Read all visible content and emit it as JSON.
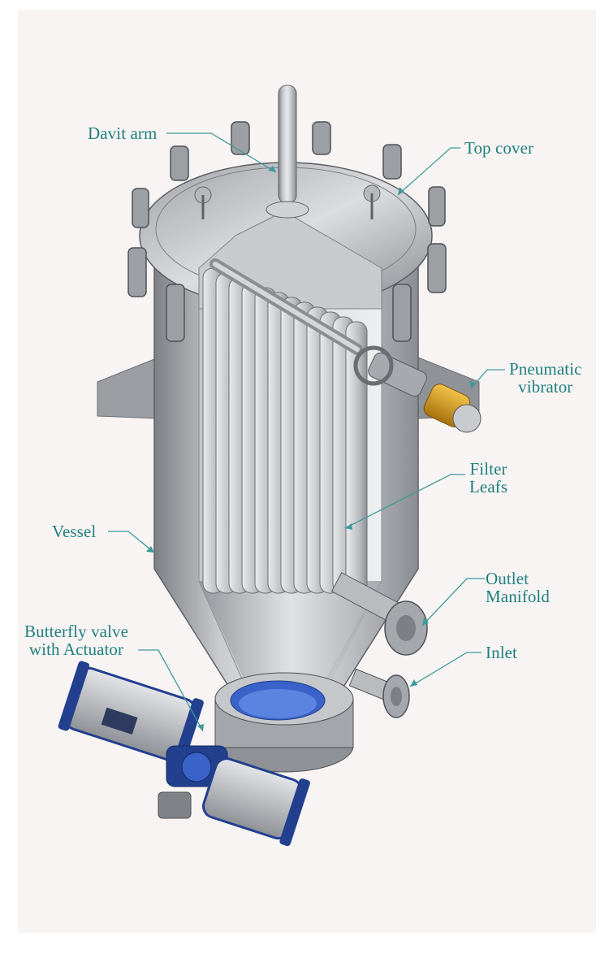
{
  "labels": {
    "davit_arm": "Davit arm",
    "top_cover": "Top cover",
    "pneumatic_vibrator": "Pneumatic\nvibrator",
    "filter_leafs": "Filter\nLeafs",
    "vessel": "Vessel",
    "outlet_manifold": "Outlet\nManifold",
    "inlet": "Inlet",
    "butterfly_valve": "Butterfly valve\nwith Actuator"
  },
  "colors": {
    "background": "#f7f4f3",
    "label_text": "#1f7f7f",
    "leader_line": "#3f9a9a",
    "steel_light": "#d9dadc",
    "steel_mid": "#a9abaf",
    "steel_dark": "#6e7075",
    "actuator_blue": "#23408f",
    "vibrator_gold": "#d49a1a",
    "flange_blue": "#3a63c9"
  },
  "icons": {
    "vessel": "leaf-filter-vessel-illustration"
  }
}
